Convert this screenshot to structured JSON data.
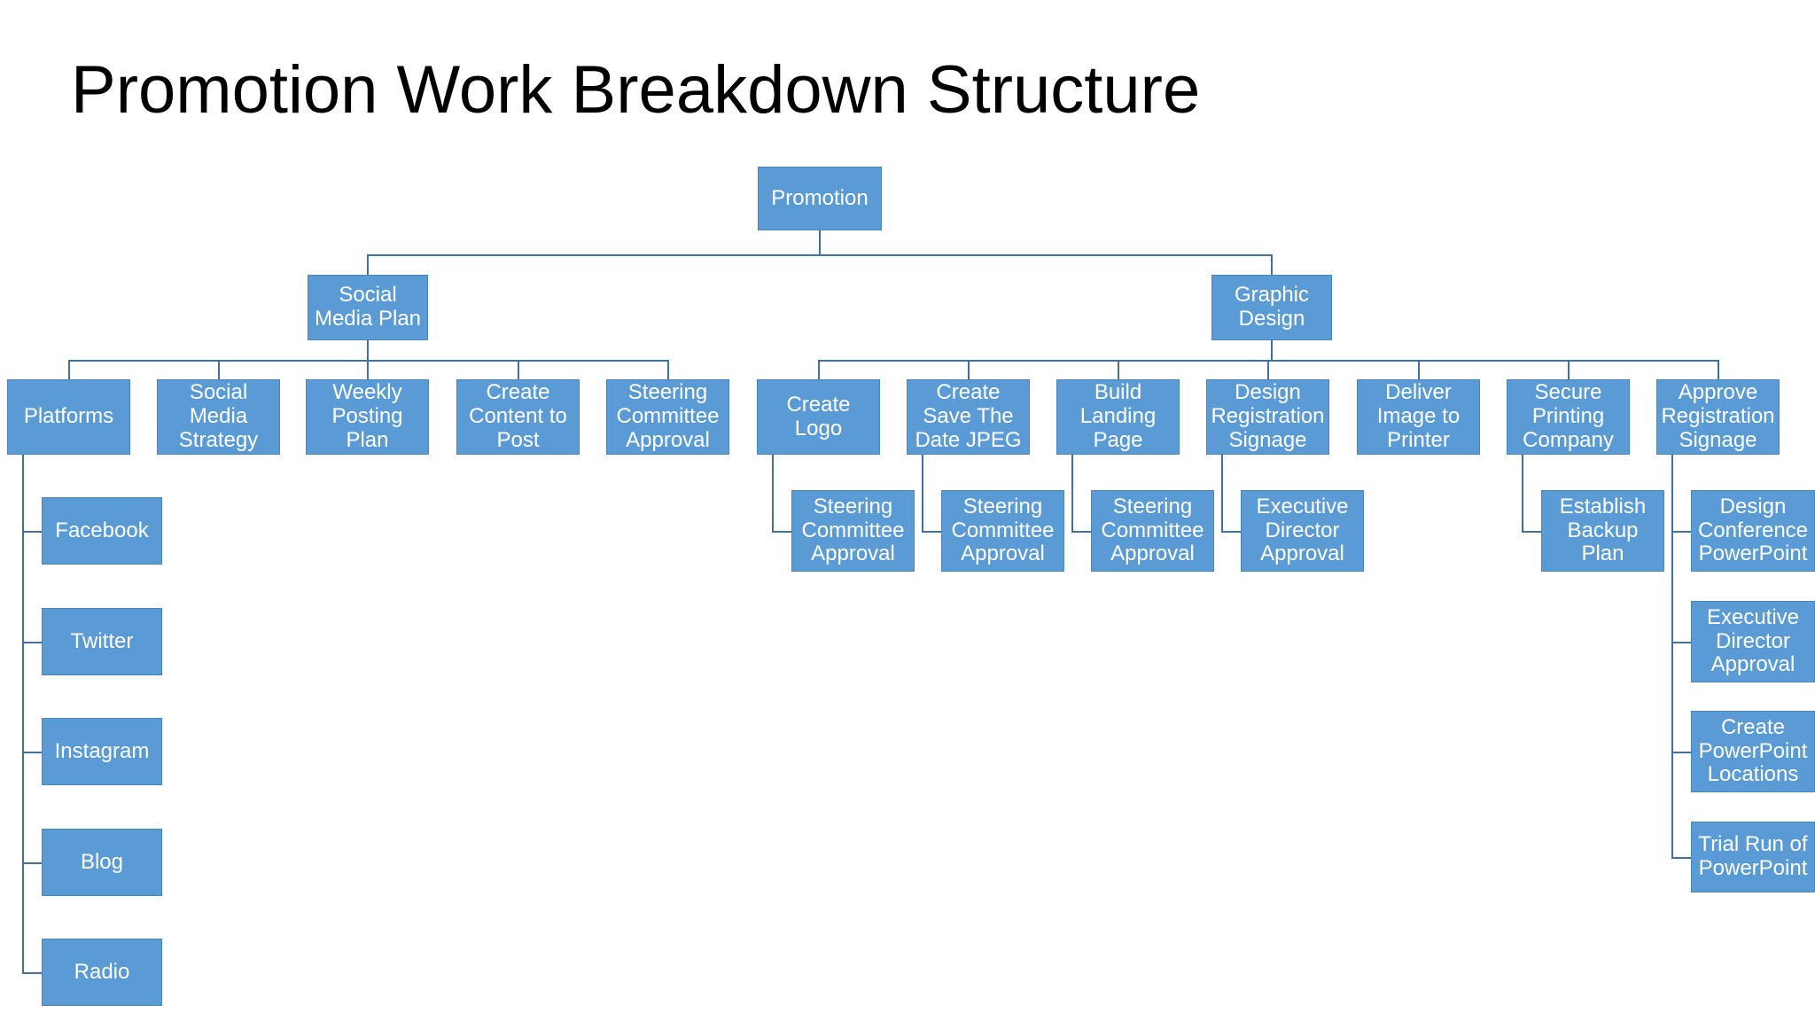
{
  "page": {
    "title": "Promotion Work Breakdown Structure",
    "background_color": "#FFFFFF",
    "node_fill_color": "#5B9BD5",
    "node_text_color": "#FFFFFF",
    "connector_color": "#41719C",
    "title_color": "#000000"
  },
  "chart_data": {
    "type": "diagram",
    "diagram_type": "work-breakdown-structure",
    "title": "Promotion Work Breakdown Structure",
    "root": "Promotion",
    "levels": 4,
    "node_count": 31,
    "tree": {
      "name": "Promotion",
      "children": [
        {
          "name": "Social Media Plan",
          "children": [
            {
              "name": "Platforms",
              "children": [
                {
                  "name": "Facebook"
                },
                {
                  "name": "Twitter"
                },
                {
                  "name": "Instagram"
                },
                {
                  "name": "Blog"
                },
                {
                  "name": "Radio"
                }
              ]
            },
            {
              "name": "Social Media Strategy"
            },
            {
              "name": "Weekly Posting Plan"
            },
            {
              "name": "Create Content to Post"
            },
            {
              "name": "Steering Committee Approval"
            }
          ]
        },
        {
          "name": "Graphic Design",
          "children": [
            {
              "name": "Create Logo",
              "children": [
                {
                  "name": "Steering Committee Approval"
                }
              ]
            },
            {
              "name": "Create Save The Date JPEG",
              "children": [
                {
                  "name": "Steering Committee Approval"
                }
              ]
            },
            {
              "name": "Build Landing Page",
              "children": [
                {
                  "name": "Steering Committee Approval"
                }
              ]
            },
            {
              "name": "Design Registration Signage",
              "children": [
                {
                  "name": "Executive Director Approval"
                }
              ]
            },
            {
              "name": "Deliver Image to Printer"
            },
            {
              "name": "Secure Printing Company",
              "children": [
                {
                  "name": "Establish Backup Plan"
                }
              ]
            },
            {
              "name": "Approve Registration Signage",
              "children": [
                {
                  "name": "Design Conference PowerPoint"
                },
                {
                  "name": "Executive Director Approval"
                },
                {
                  "name": "Create PowerPoint Locations"
                },
                {
                  "name": "Trial Run of PowerPoint"
                }
              ]
            }
          ]
        }
      ]
    }
  },
  "nodes": {
    "root": {
      "label": "Promotion"
    },
    "l2": [
      {
        "label": "Social Media Plan"
      },
      {
        "label": "Graphic Design"
      }
    ],
    "smp_children": [
      {
        "label": "Platforms"
      },
      {
        "label": "Social Media Strategy"
      },
      {
        "label": "Weekly Posting Plan"
      },
      {
        "label": "Create Content to Post"
      },
      {
        "label": "Steering Committee Approval"
      }
    ],
    "platform_children": [
      {
        "label": "Facebook"
      },
      {
        "label": "Twitter"
      },
      {
        "label": "Instagram"
      },
      {
        "label": "Blog"
      },
      {
        "label": "Radio"
      }
    ],
    "gd_children": [
      {
        "label": "Create Logo"
      },
      {
        "label": "Create Save The Date JPEG"
      },
      {
        "label": "Build Landing Page"
      },
      {
        "label": "Design Registration Signage"
      },
      {
        "label": "Deliver Image to Printer"
      },
      {
        "label": "Secure Printing Company"
      },
      {
        "label": "Approve Registration Signage"
      }
    ],
    "gd_grandchildren": [
      {
        "label": "Steering Committee Approval"
      },
      {
        "label": "Steering Committee Approval"
      },
      {
        "label": "Steering Committee Approval"
      },
      {
        "label": "Executive Director Approval"
      },
      {
        "label": "Establish Backup Plan"
      }
    ],
    "approve_children": [
      {
        "label": "Design Conference PowerPoint"
      },
      {
        "label": "Executive Director Approval"
      },
      {
        "label": "Create PowerPoint Locations"
      },
      {
        "label": "Trial Run of PowerPoint"
      }
    ]
  }
}
